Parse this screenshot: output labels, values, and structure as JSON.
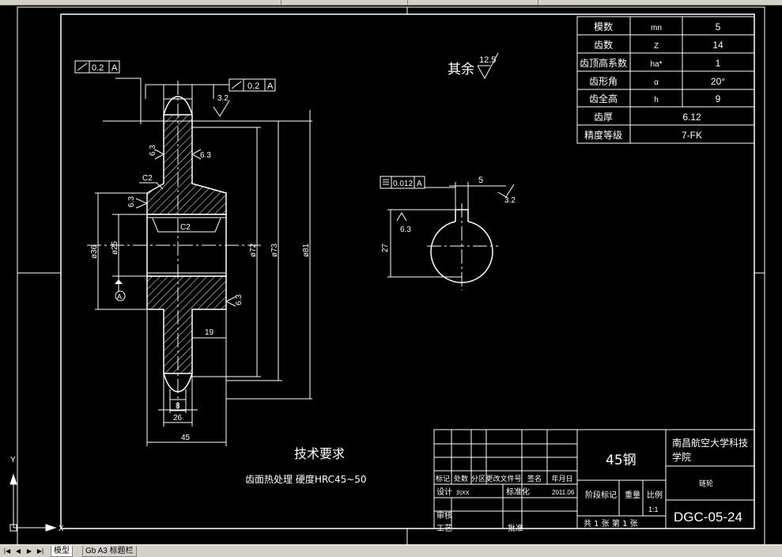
{
  "tabs": [
    "模型",
    "Gb A3 标题栏"
  ],
  "notes": {
    "remaining_roughness_label": "其余",
    "remaining_roughness_value": "12.5",
    "tech_req_title": "技术要求",
    "tech_req_text": "齿面热处理    硬度HRC45~50"
  },
  "gear_table": [
    {
      "name": "模数",
      "symbol": "mn",
      "value": "5"
    },
    {
      "name": "齿数",
      "symbol": "Z",
      "value": "14"
    },
    {
      "name": "齿顶高系数",
      "symbol": "ha*",
      "value": "1"
    },
    {
      "name": "齿形角",
      "symbol": "α",
      "value": "20°"
    },
    {
      "name": "齿全高",
      "symbol": "h",
      "value": "9"
    },
    {
      "name": "齿厚",
      "symbol": "",
      "value": "6.12"
    },
    {
      "name": "精度等级",
      "symbol": "",
      "value": "7-FK"
    }
  ],
  "title_block": {
    "material": "45钢",
    "school": "南昌航空大学科技学院",
    "part_name": "链轮",
    "drawing_no": "DGC-05-24",
    "headers": [
      "标记",
      "处数",
      "分区",
      "更改文件号",
      "签名",
      "年月日"
    ],
    "design_label": "设计",
    "designer": "刘XX",
    "standardize_label": "标准化",
    "date": "2011.06",
    "stage_label": "阶段标记",
    "weight_label": "重量",
    "scale_label": "比例",
    "scale": "1:1",
    "review_label": "审核",
    "process_label": "工艺",
    "approve_label": "批准",
    "sheets": "共 1 张 第 1 张"
  },
  "section_dims": {
    "runout1": "0.2",
    "datum1": "A",
    "runout2": "0.2",
    "datum2": "A",
    "rough_32": "3.2",
    "rough_63a": "6.3",
    "rough_63b": "6.3",
    "rough_63c": "6.3",
    "rough_63d": "6.3",
    "chamfer1": "C2",
    "chamfer2": "C2",
    "d36": "ø36",
    "d25": "ø25",
    "d72": "ø72",
    "d73": "ø73",
    "d81": "ø81",
    "w19": "19",
    "w8": "8",
    "w26": "26",
    "w45": "45",
    "datum_A": "A"
  },
  "hub_dims": {
    "sym_tol": "0.012",
    "sym_datum": "A",
    "key_width": "5",
    "rough_32": "3.2",
    "rough_63": "6.3",
    "height": "27"
  }
}
